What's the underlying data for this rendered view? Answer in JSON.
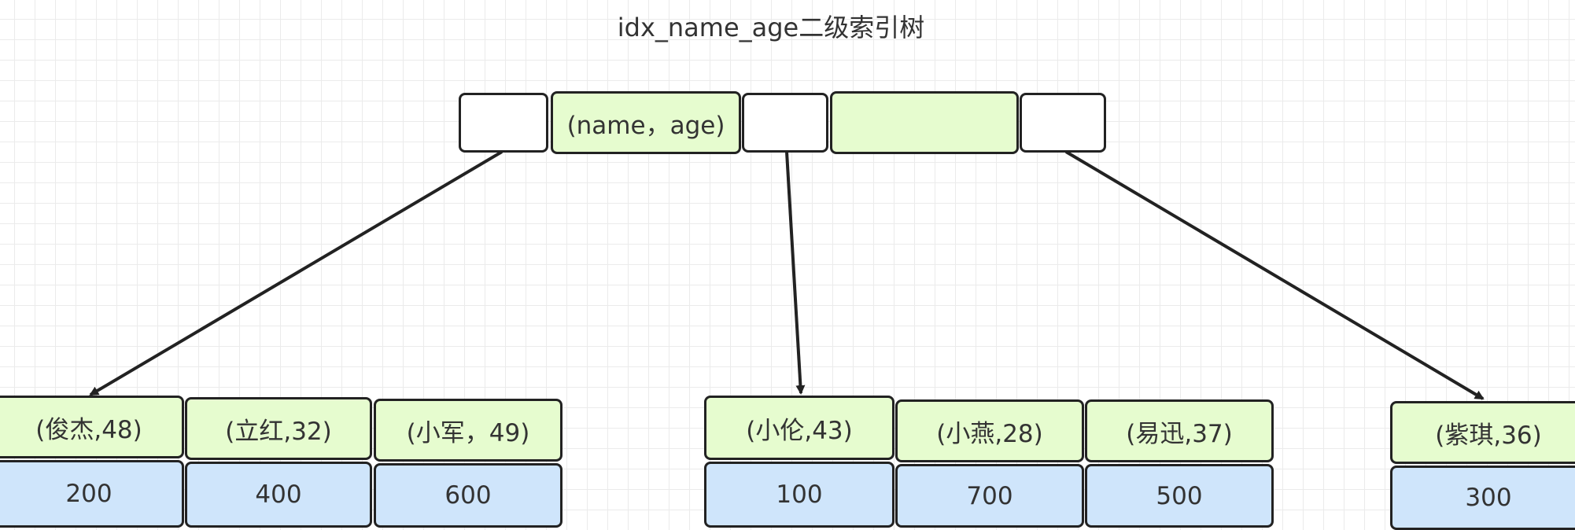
{
  "title": "idx_name_age二级索引树",
  "root": {
    "key_label": "(name，age)",
    "second_key_label": ""
  },
  "leaves": [
    {
      "key": "(俊杰,48)",
      "value": "200"
    },
    {
      "key": "(立红,32)",
      "value": "400"
    },
    {
      "key": "(小军，49)",
      "value": "600"
    },
    {
      "key": "(小伦,43)",
      "value": "100"
    },
    {
      "key": "(小燕,28)",
      "value": "700"
    },
    {
      "key": "(易迅,37)",
      "value": "500"
    },
    {
      "key": "(紫琪,36)",
      "value": "300"
    }
  ],
  "colors": {
    "key_cell": "#e6fccf",
    "value_cell": "#cfe5fb",
    "pointer_cell": "#ffffff",
    "border": "#222222",
    "arrow": "#222222"
  }
}
